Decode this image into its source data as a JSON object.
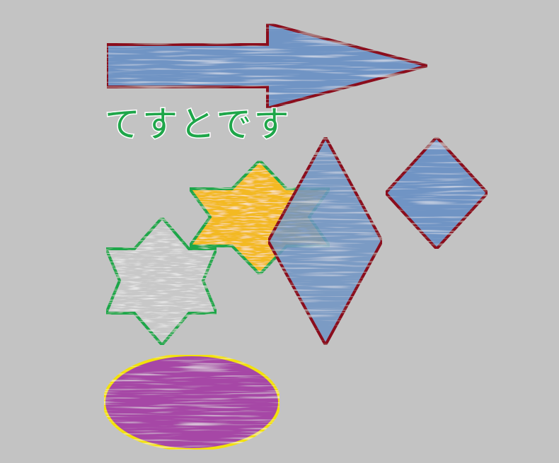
{
  "background_color": "#c3c3c3",
  "text": {
    "content": "てすとです",
    "color": "#1fa64a",
    "outline": "#ffffff"
  },
  "shapes": [
    {
      "id": "arrow",
      "kind": "right-arrow",
      "fill": "#6f94c4",
      "stroke": "#8b0a1e",
      "texture": "water"
    },
    {
      "id": "star-gray",
      "kind": "six-point-star",
      "fill": "#c8c8c8",
      "stroke": "#1fa64a",
      "texture": "crayon"
    },
    {
      "id": "star-gold",
      "kind": "six-point-star",
      "fill": "#f3b920",
      "stroke": "#1fa64a",
      "texture": "crayon"
    },
    {
      "id": "diamond-large",
      "kind": "diamond",
      "fill": "#6f94c4",
      "stroke": "#8b0a1e",
      "texture": "water",
      "opacity": 0.85
    },
    {
      "id": "diamond-small",
      "kind": "diamond",
      "fill": "#6f94c4",
      "stroke": "#8b0a1e",
      "texture": "water"
    },
    {
      "id": "ellipse",
      "kind": "ellipse",
      "fill": "#a646a6",
      "stroke": "#f2e10a",
      "texture": "water"
    }
  ]
}
